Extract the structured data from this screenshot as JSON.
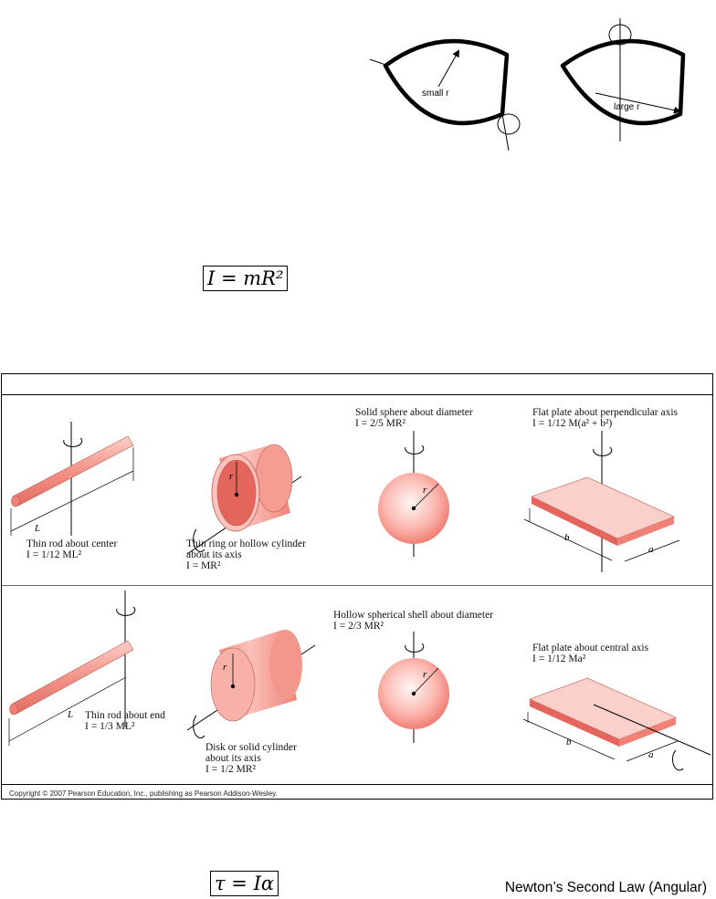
{
  "top_figure": {
    "left_label": "small r",
    "right_label": "large r"
  },
  "equation1": "I = mR²",
  "table": {
    "row1": [
      {
        "title": "Thin rod about center",
        "formula": "I = 1/12 ML²"
      },
      {
        "title": "Thin ring or hollow cylinder about its axis",
        "line1": "Thin ring or hollow cylinder",
        "line2": "about its axis",
        "formula": "I = MR²"
      },
      {
        "title": "Solid sphere about diameter",
        "formula": "I = 2/5 MR²"
      },
      {
        "title": "Flat plate about perpendicular axis",
        "formula": "I = 1/12 M(a² + b²)"
      }
    ],
    "row2": [
      {
        "title": "Thin rod about end",
        "formula": "I = 1/3 ML²"
      },
      {
        "title": "Disk or solid cylinder about its axis",
        "line1": "Disk or solid cylinder",
        "line2": "about its axis",
        "formula": "I = 1/2 MR²"
      },
      {
        "title": "Hollow spherical shell about diameter",
        "formula": "I = 2/3 MR²"
      },
      {
        "title": "Flat plate about central axis",
        "formula": "I = 1/12 Ma²"
      }
    ],
    "dim_labels": {
      "L": "L",
      "r": "r",
      "a": "a",
      "b": "b"
    },
    "copyright": "Copyright © 2007 Pearson Education, Inc., publishing as Pearson Addison-Wesley."
  },
  "equation2": "τ = Iα",
  "footer_label": "Newton’s Second Law (Angular)",
  "colors": {
    "solid": "#f08d85",
    "solid_light": "#fbd2cc",
    "edge": "#c8554c",
    "sphere_center": "#fff3f1",
    "sphere_edge": "#f07d75"
  }
}
